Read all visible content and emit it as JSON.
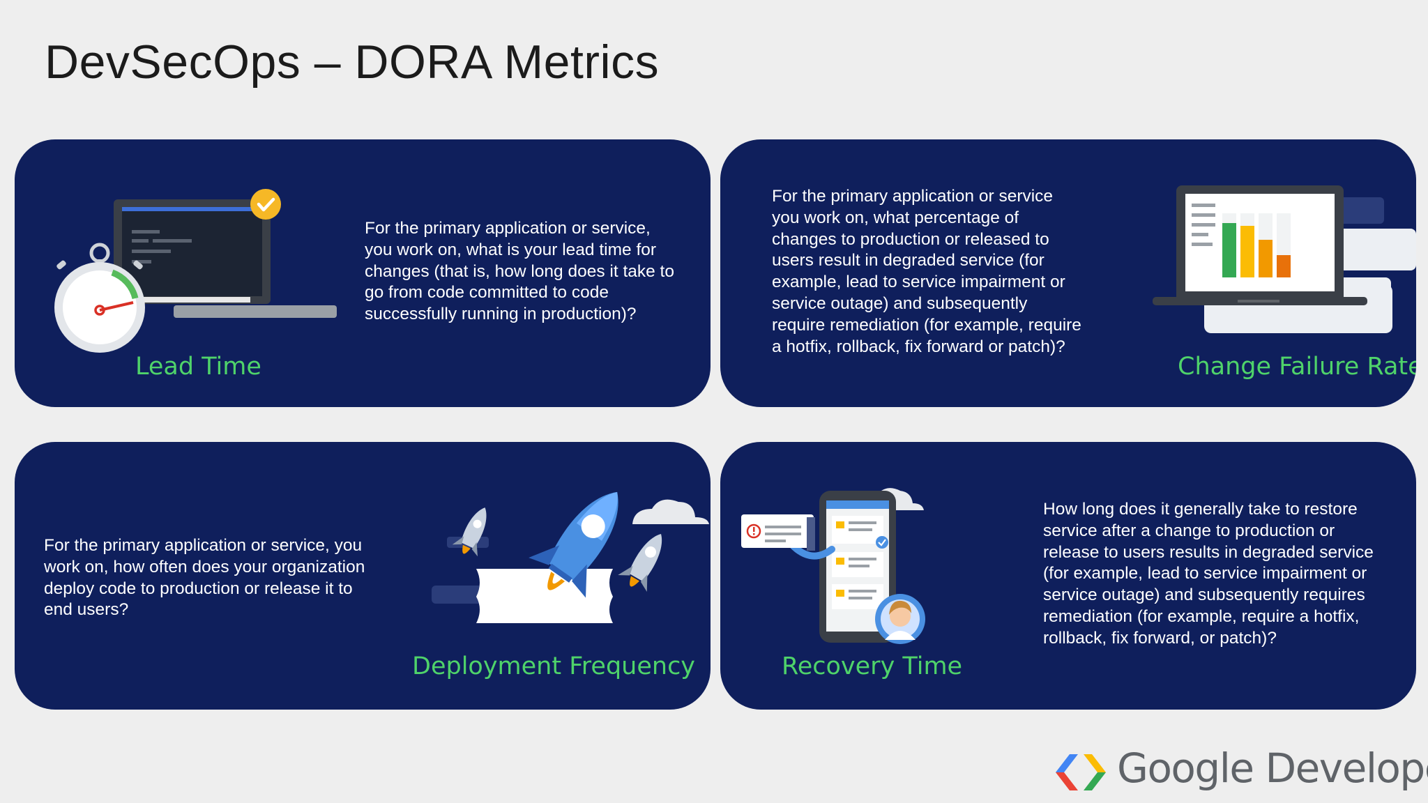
{
  "title": "DevSecOps – DORA Metrics",
  "cards": {
    "lead_time": {
      "label": "Lead Time",
      "lines": [
        "For the primary application or service,",
        "you work on, what is your lead time for",
        "changes (that is, how long does it take to",
        "go from code committed to code",
        "successfully running in production)?"
      ]
    },
    "change_failure_rate": {
      "label": "Change Failure Rate",
      "lines": [
        "For the primary application or service",
        "you work on, what percentage of",
        "changes to production or released to",
        "users result in degraded service (for",
        "example, lead to service impairment or",
        "service outage) and subsequently",
        "require remediation (for example, require",
        "a hotfix, rollback, fix forward or patch)?"
      ]
    },
    "deployment_frequency": {
      "label": "Deployment Frequency",
      "lines": [
        "For the primary application or service, you",
        "work on, how often does your organization",
        "deploy code to production or release it to",
        "end users?"
      ]
    },
    "recovery_time": {
      "label": "Recovery Time",
      "lines": [
        "How long does it generally take to restore",
        "service after a change to production or",
        "release to users results in degraded service",
        "(for example, lead to service impairment or",
        "service outage) and subsequently requires",
        "remediation (for example, require a hotfix,",
        "rollback, fix forward, or patch)?"
      ]
    }
  },
  "logo": {
    "text": "Google Developers"
  },
  "icons": {
    "lead_time": "laptop-stopwatch-icon",
    "change_failure_rate": "laptop-bar-chart-icon",
    "deployment_frequency": "rockets-icon",
    "recovery_time": "phone-user-icon",
    "logo": "google-developers-logo-icon"
  },
  "colors": {
    "card_bg": "#0f1f5c",
    "label_green": "#4fd36a",
    "page_bg": "#eeeeee"
  }
}
